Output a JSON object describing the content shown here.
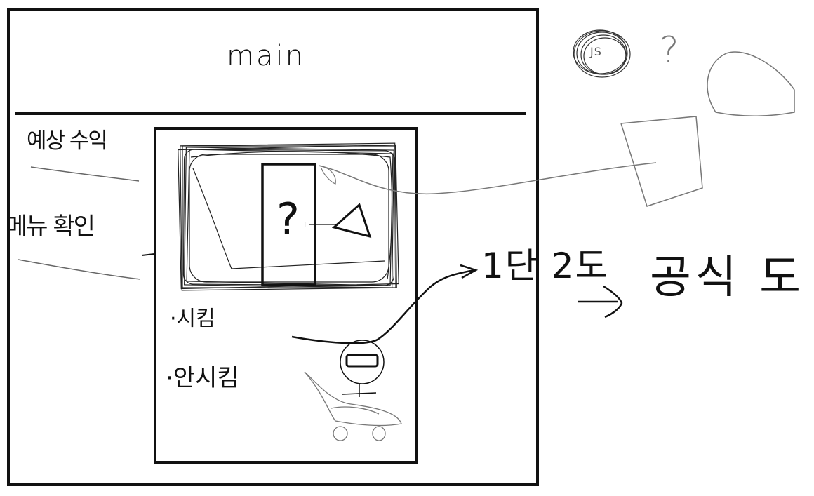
{
  "header": {
    "title": "main"
  },
  "sidebar": {
    "items": [
      {
        "label": "예상 수익"
      },
      {
        "label": "메뉴 확인"
      }
    ]
  },
  "content": {
    "frame_glyph": "?",
    "list": [
      {
        "label": "·시킴"
      },
      {
        "label": "·안시킴"
      }
    ]
  },
  "annotations": {
    "badge": "JS",
    "question": "?",
    "formula": "1단 2도",
    "result": "공식 도",
    "arrow_glyph": "→"
  },
  "colors": {
    "ink": "#111111",
    "pencil": "#777777",
    "background": "#ffffff"
  }
}
